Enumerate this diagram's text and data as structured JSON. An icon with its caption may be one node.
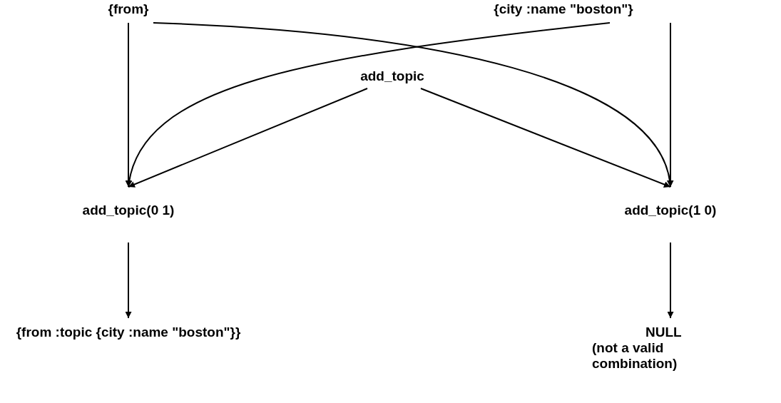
{
  "diagram": {
    "nodes": [
      {
        "text": [
          "{from}"
        ]
      },
      {
        "text": [
          "{city :name \"boston\"}"
        ]
      },
      {
        "text": [
          "add_topic"
        ]
      },
      {
        "text": [
          "add_topic(0 1)"
        ]
      },
      {
        "text": [
          "add_topic(1 0)"
        ]
      },
      {
        "text": [
          "{from :topic {city :name \"boston\"}}"
        ]
      },
      {
        "text": [
          "NULL",
          "(not a valid combination)"
        ]
      }
    ],
    "edges": [
      {
        "from": 0,
        "to": 3,
        "arrow": "to"
      },
      {
        "from": 0,
        "to": 4,
        "arrow": "to"
      },
      {
        "from": 1,
        "to": 3,
        "arrow": "to"
      },
      {
        "from": 1,
        "to": 4,
        "arrow": "to"
      },
      {
        "from": 2,
        "to": 3,
        "arrow": "to"
      },
      {
        "from": 2,
        "to": 4,
        "arrow": "to"
      },
      {
        "from": 3,
        "to": 5,
        "arrow": "to"
      },
      {
        "from": 4,
        "to": 6,
        "arrow": "to"
      }
    ]
  }
}
